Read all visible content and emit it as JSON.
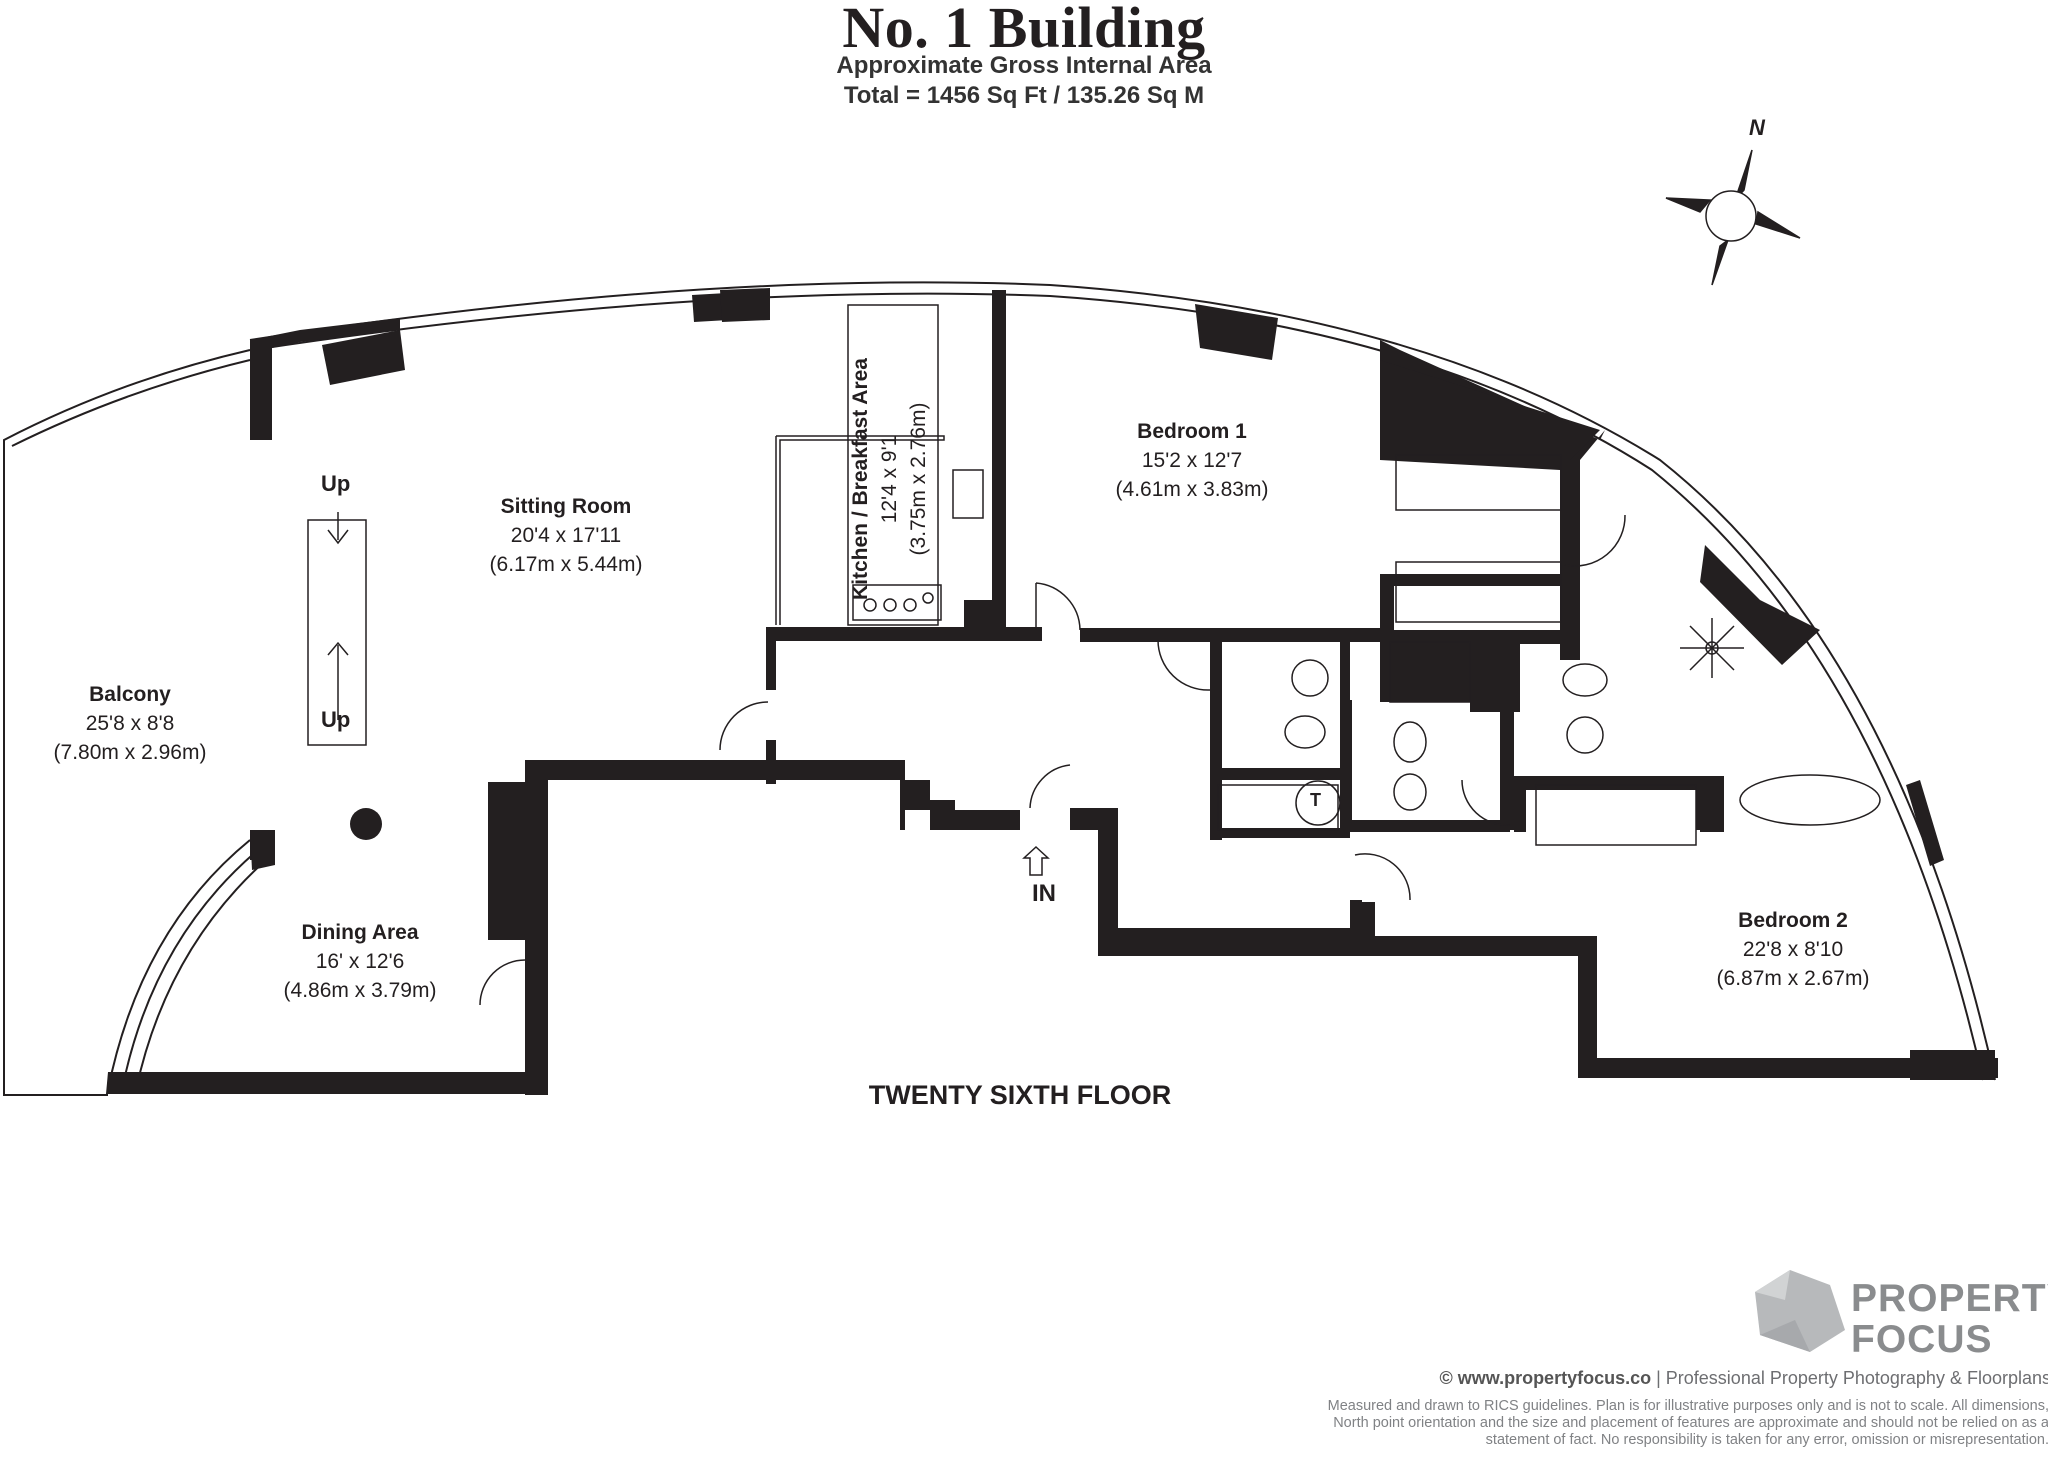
{
  "title": "No. 1 Building",
  "subtitle": "Approximate Gross Internal Area",
  "total_area": "Total = 1456 Sq Ft / 135.26 Sq M",
  "compass_label": "N",
  "rooms": {
    "balcony": {
      "name": "Balcony",
      "imperial": "25'8 x 8'8",
      "metric": "(7.80m x 2.96m)"
    },
    "sitting_room": {
      "name": "Sitting Room",
      "imperial": "20'4 x 17'11",
      "metric": "(6.17m x 5.44m)"
    },
    "kitchen": {
      "name": "Kitchen / Breakfast Area",
      "imperial": "12'4 x 9'1",
      "metric": "(3.75m x 2.76m)"
    },
    "bedroom1": {
      "name": "Bedroom 1",
      "imperial": "15'2 x 12'7",
      "metric": "(4.61m x 3.83m)"
    },
    "bedroom2": {
      "name": "Bedroom 2",
      "imperial": "22'8 x 8'10",
      "metric": "(6.87m x 2.67m)"
    },
    "dining": {
      "name": "Dining Area",
      "imperial": "16' x 12'6",
      "metric": "(4.86m x 3.79m)"
    }
  },
  "labels": {
    "stairs_up_1": "Up",
    "stairs_up_2": "Up",
    "entrance": "IN",
    "tank": "T"
  },
  "floor_name": "TWENTY SIXTH FLOOR",
  "brand": {
    "line1": "PROPERTY",
    "line2": "FOCUS"
  },
  "copyright": {
    "site": "© www.propertyfocus.co",
    "tagline": "| Professional Property Photography & Floorplans"
  },
  "disclaimer": "Measured and drawn to RICS guidelines. Plan is for illustrative purposes only and is not to scale. All dimensions, North point orientation and the size and placement of features are approximate and should not be relied on as a statement of fact. No responsibility is taken for any error, omission or misrepresentation.",
  "colors": {
    "wall": "#231f20",
    "logo": "#8a8c8e",
    "text_grey": "#6d6e71"
  }
}
